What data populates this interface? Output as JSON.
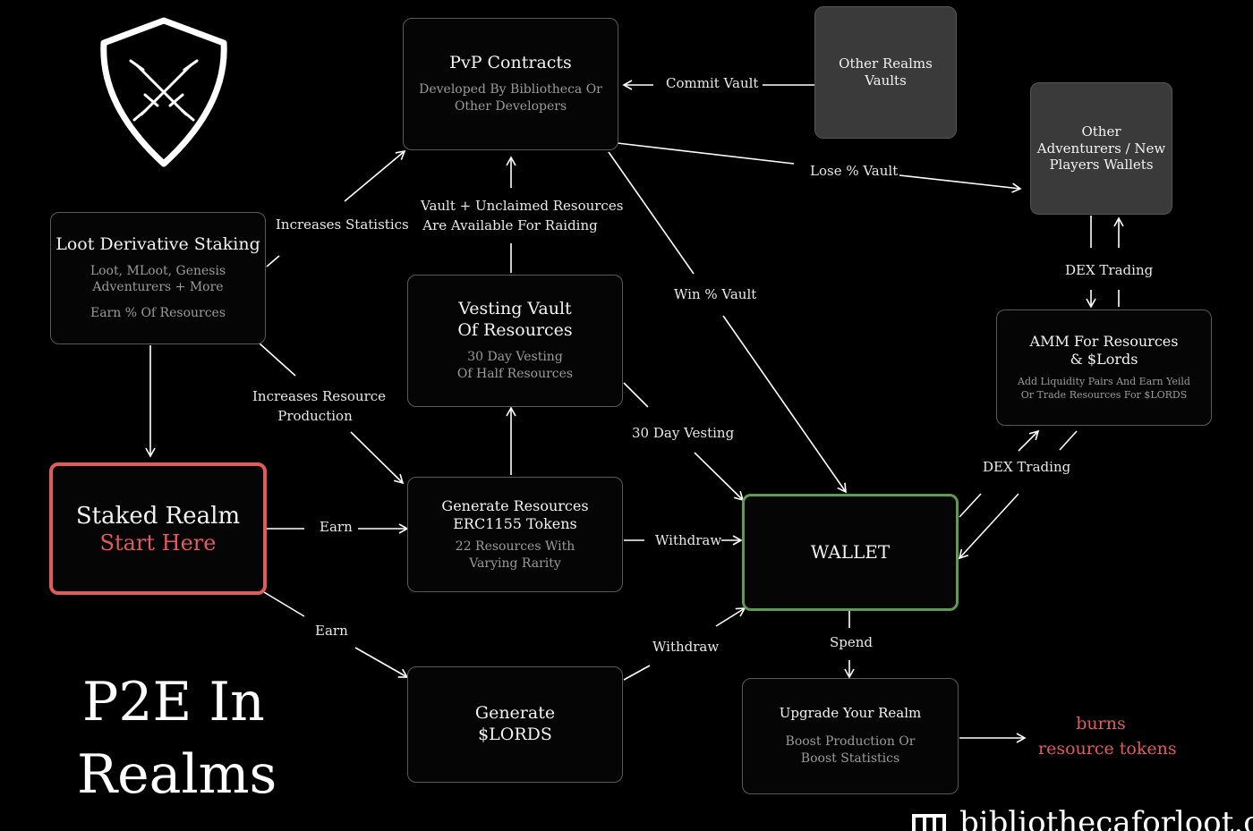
{
  "logo": {
    "icon": "crossed-swords-shield-icon"
  },
  "title": {
    "line1": "P2E In",
    "line2": "Realms"
  },
  "footer": {
    "text": "bibliothecaforloot.com",
    "icon": "bibliotheca-logo-icon"
  },
  "nodes": {
    "loot_staking": {
      "title": "Loot Derivative Staking",
      "sub1": "Loot, MLoot, Genesis",
      "sub2": "Adventurers + More",
      "sub3": "Earn % Of Resources"
    },
    "staked_realm": {
      "title": "Staked Realm",
      "sub": "Start Here"
    },
    "pvp": {
      "title": "PvP Contracts",
      "sub1": "Developed By Bibliotheca Or",
      "sub2": "Other Developers"
    },
    "other_realms": {
      "line1": "Other Realms",
      "line2": "Vaults"
    },
    "other_adventurers": {
      "line1": "Other",
      "line2": "Adventurers / New",
      "line3": "Players Wallets"
    },
    "vesting": {
      "title1": "Vesting Vault",
      "title2": "Of Resources",
      "sub1": "30 Day Vesting",
      "sub2": "Of Half Resources"
    },
    "generate_resources": {
      "title1": "Generate Resources",
      "title2": "ERC1155 Tokens",
      "sub1": "22 Resources With",
      "sub2": "Varying Rarity"
    },
    "generate_lords": {
      "title1": "Generate",
      "title2": "$LORDS"
    },
    "wallet": {
      "title": "WALLET"
    },
    "amm": {
      "title1": "AMM For Resources",
      "title2": "& $Lords",
      "sub1": "Add Liquidity Pairs And Earn Yeild",
      "sub2": "Or Trade Resources For $LORDS"
    },
    "upgrade": {
      "title": "Upgrade Your Realm",
      "sub1": "Boost Production Or",
      "sub2": "Boost Statistics"
    },
    "burns": {
      "line1": "burns",
      "line2": "resource tokens"
    }
  },
  "edges": {
    "increases_statistics": "Increases Statistics",
    "vault_unclaimed1": "Vault + Unclaimed Resources",
    "vault_unclaimed2": "Are Available For Raiding",
    "commit_vault": "Commit Vault",
    "lose_vault": "Lose % Vault",
    "win_vault": "Win % Vault",
    "dex_trading_top": "DEX Trading",
    "dex_trading_bottom": "DEX Trading",
    "increases_production1": "Increases Resource",
    "increases_production2": "Production",
    "thirty_day": "30 Day Vesting",
    "earn1": "Earn",
    "earn2": "Earn",
    "withdraw1": "Withdraw",
    "withdraw2": "Withdraw",
    "spend": "Spend"
  }
}
